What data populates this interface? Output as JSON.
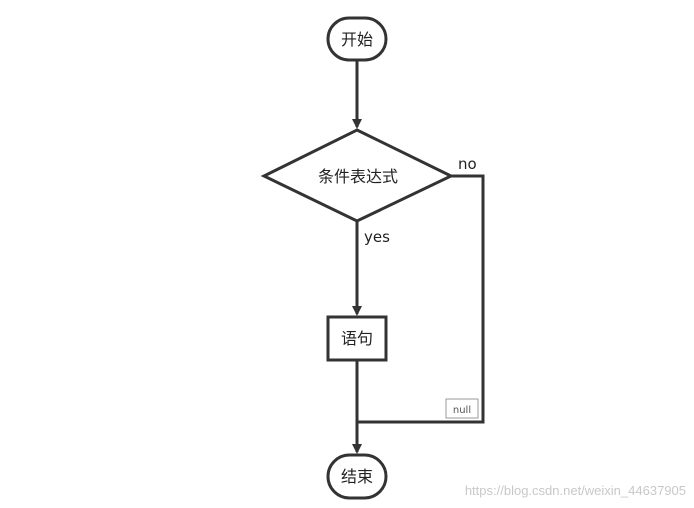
{
  "nodes": {
    "start": "开始",
    "condition": "条件表达式",
    "statement": "语句",
    "end": "结束"
  },
  "edges": {
    "yes_label": "yes",
    "no_label": "no",
    "null_badge": "null"
  },
  "watermark": "https://blog.csdn.net/weixin_44637905",
  "colors": {
    "stroke": "#333333",
    "text": "#222222",
    "background": "#ffffff",
    "watermark": "#c8c8c8"
  }
}
